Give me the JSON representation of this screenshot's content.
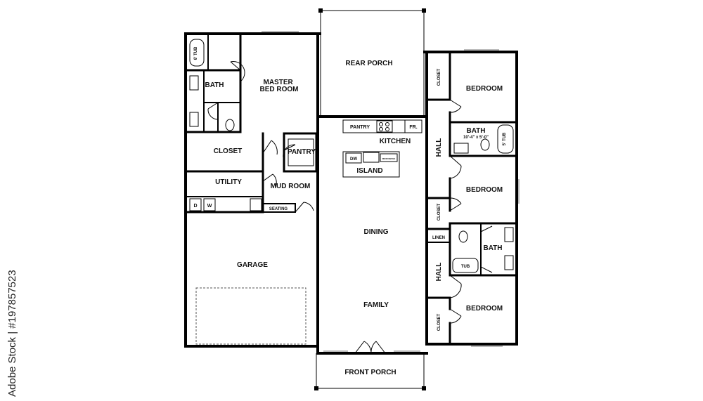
{
  "rooms": {
    "rear_porch": "REAR PORCH",
    "master_bath": "BATH",
    "master_tub": "6' TUB",
    "master_bedroom": "MASTER\nBED ROOM",
    "closet_master": "CLOSET",
    "pantry": "PANTRY",
    "utility": "UTILITY",
    "mud_room": "MUD ROOM",
    "seating": "SEATING",
    "washer": "W",
    "dryer": "D",
    "garage": "GARAGE",
    "kitchen": "KITCHEN",
    "kitchen_pantry": "PANTRY",
    "fridge": "FR.",
    "island": "ISLAND",
    "dishwasher": "DW",
    "microwave": "MICROWAVE",
    "dining": "DINING",
    "family": "FAMILY",
    "front_porch": "FRONT PORCH",
    "hall_upper": "HALL",
    "hall_lower": "HALL",
    "bedroom_top": "BEDROOM",
    "closet_top": "CLOSET",
    "bath_mid": "BATH",
    "bath_mid_dims": "10'-4\" x 5'-0\"",
    "bath_mid_tub": "5' TUB",
    "bedroom_mid": "BEDROOM",
    "closet_mid": "CLOSET",
    "linen": "LINEN",
    "bath_low": "BATH",
    "bath_low_tub": "TUB",
    "bedroom_bottom": "BEDROOM",
    "closet_bottom": "CLOSET"
  },
  "watermark": {
    "text": "Adobe Stock | #197857523"
  },
  "colors": {
    "wall": "#000000",
    "background": "#ffffff",
    "label": "#111111"
  }
}
